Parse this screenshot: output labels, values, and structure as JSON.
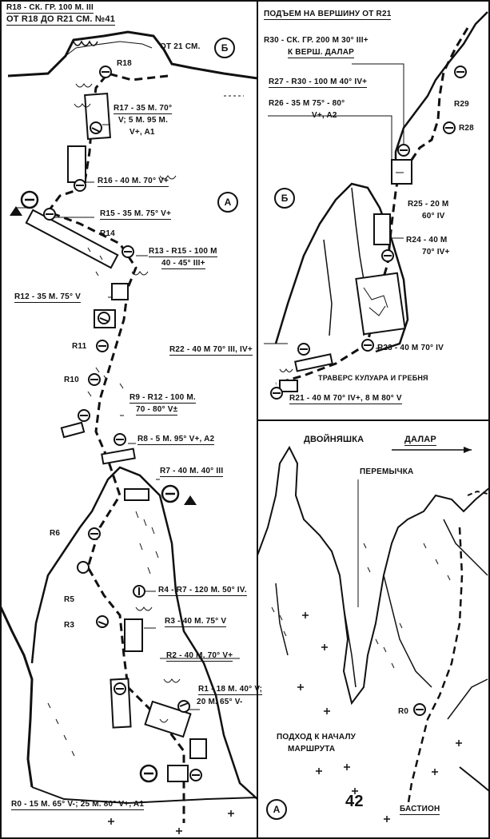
{
  "header": {
    "line1": "R18 - СК. ГР. 100 М. III",
    "line2": "ОТ R18 ДО R21   СМ. №41"
  },
  "sections": {
    "a": "А",
    "b": "Б",
    "a_bottom": "А"
  },
  "main_route": [
    {
      "id": "r17",
      "text1": "R17 - 35 М. 70°",
      "text2": "V; 5 М. 95 М.",
      "text3": "V+, A1"
    },
    {
      "id": "r16",
      "text": "R16 - 40 М. 70° V+"
    },
    {
      "id": "r15",
      "text": "R15 - 35 М. 75° V+"
    },
    {
      "id": "r13",
      "text1": "R13 - R15 - 100 М",
      "text2": "40 - 45° III+"
    },
    {
      "id": "r12",
      "text": "R12 - 35 М. 75° V"
    },
    {
      "id": "r9",
      "text1": "R9 - R12 - 100 М.",
      "text2": "70 - 80°  V±"
    },
    {
      "id": "r8",
      "text": "R8 - 5 М. 95° V+, A2"
    },
    {
      "id": "r7",
      "text": "R7 - 40 М. 40° III"
    },
    {
      "id": "r4",
      "text": "R4 - R7 - 120 М. 50° IV."
    },
    {
      "id": "r3",
      "text": "R3 - 40 М. 75° V"
    },
    {
      "id": "r2",
      "text": "R2 - 40 М. 70° V+"
    },
    {
      "id": "r1",
      "text1": "R1 - 18 М. 40° V;",
      "text2": "20 М. 65°  V-"
    },
    {
      "id": "r0",
      "text": "R0 - 15 М. 65° V-; 25 М. 80° V+, A1"
    }
  ],
  "point_labels": {
    "r18": "R18",
    "r14": "R14",
    "r11": "R11",
    "r10": "R10",
    "r6": "R6",
    "r5": "R5",
    "r3b": "R3",
    "r0": "R0"
  },
  "from21": "ОТ 21 СМ.",
  "summit": {
    "title": "ПОДЪЕМ НА ВЕРШИНУ ОТ R21",
    "r30a": "R30 - СК. ГР. 200 М 30° III+",
    "r30b": "К ВЕРШ. ДАЛАР",
    "r27": "R27 - R30 - 100 М 40° IV+",
    "r26a": "R26 - 35 М 75° - 80°",
    "r26b": "V+, A2",
    "r29": "R29",
    "r28": "R28",
    "r25a": "R25 - 20 М",
    "r25b": "60° IV",
    "r24a": "R24 - 40 М",
    "r24b": "70° IV+",
    "r23": "R23 - 40 М 70° IV",
    "r22": "R22 - 40 М 70° III, IV+",
    "traverse": "ТРАВЕРС КУЛУАРА И ГРЕБНЯ",
    "r21": "R21 - 40 М 70° IV+, 8 М 80° V"
  },
  "overview": {
    "dvoinyashka": "ДВОЙНЯШКА",
    "dalar": "ДАЛАР",
    "peremychka": "ПЕРЕМЫЧКА",
    "approach1": "ПОДХОД К НАЧАЛУ",
    "approach2": "МАРШРУТА",
    "bastion": "БАСТИОН",
    "page_number": "42"
  }
}
